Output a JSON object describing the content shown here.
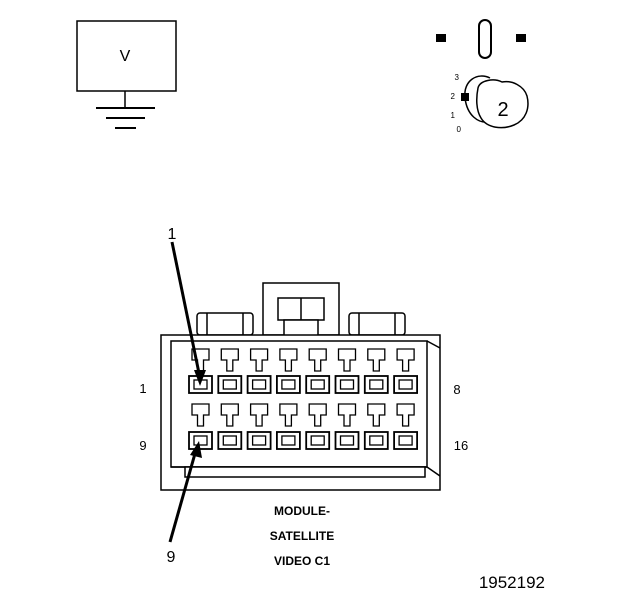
{
  "meter": {
    "symbol": "V"
  },
  "selector": {
    "positions": [
      "3",
      "2",
      "1",
      "0"
    ],
    "selected": "2"
  },
  "connector": {
    "callout_top": "1",
    "callout_bottom": "9",
    "row1_left": "1",
    "row1_right": "8",
    "row2_left": "9",
    "row2_right": "16",
    "caption": [
      "MODULE-",
      "SATELLITE",
      "VIDEO C1"
    ]
  },
  "figure_id": "1952192"
}
